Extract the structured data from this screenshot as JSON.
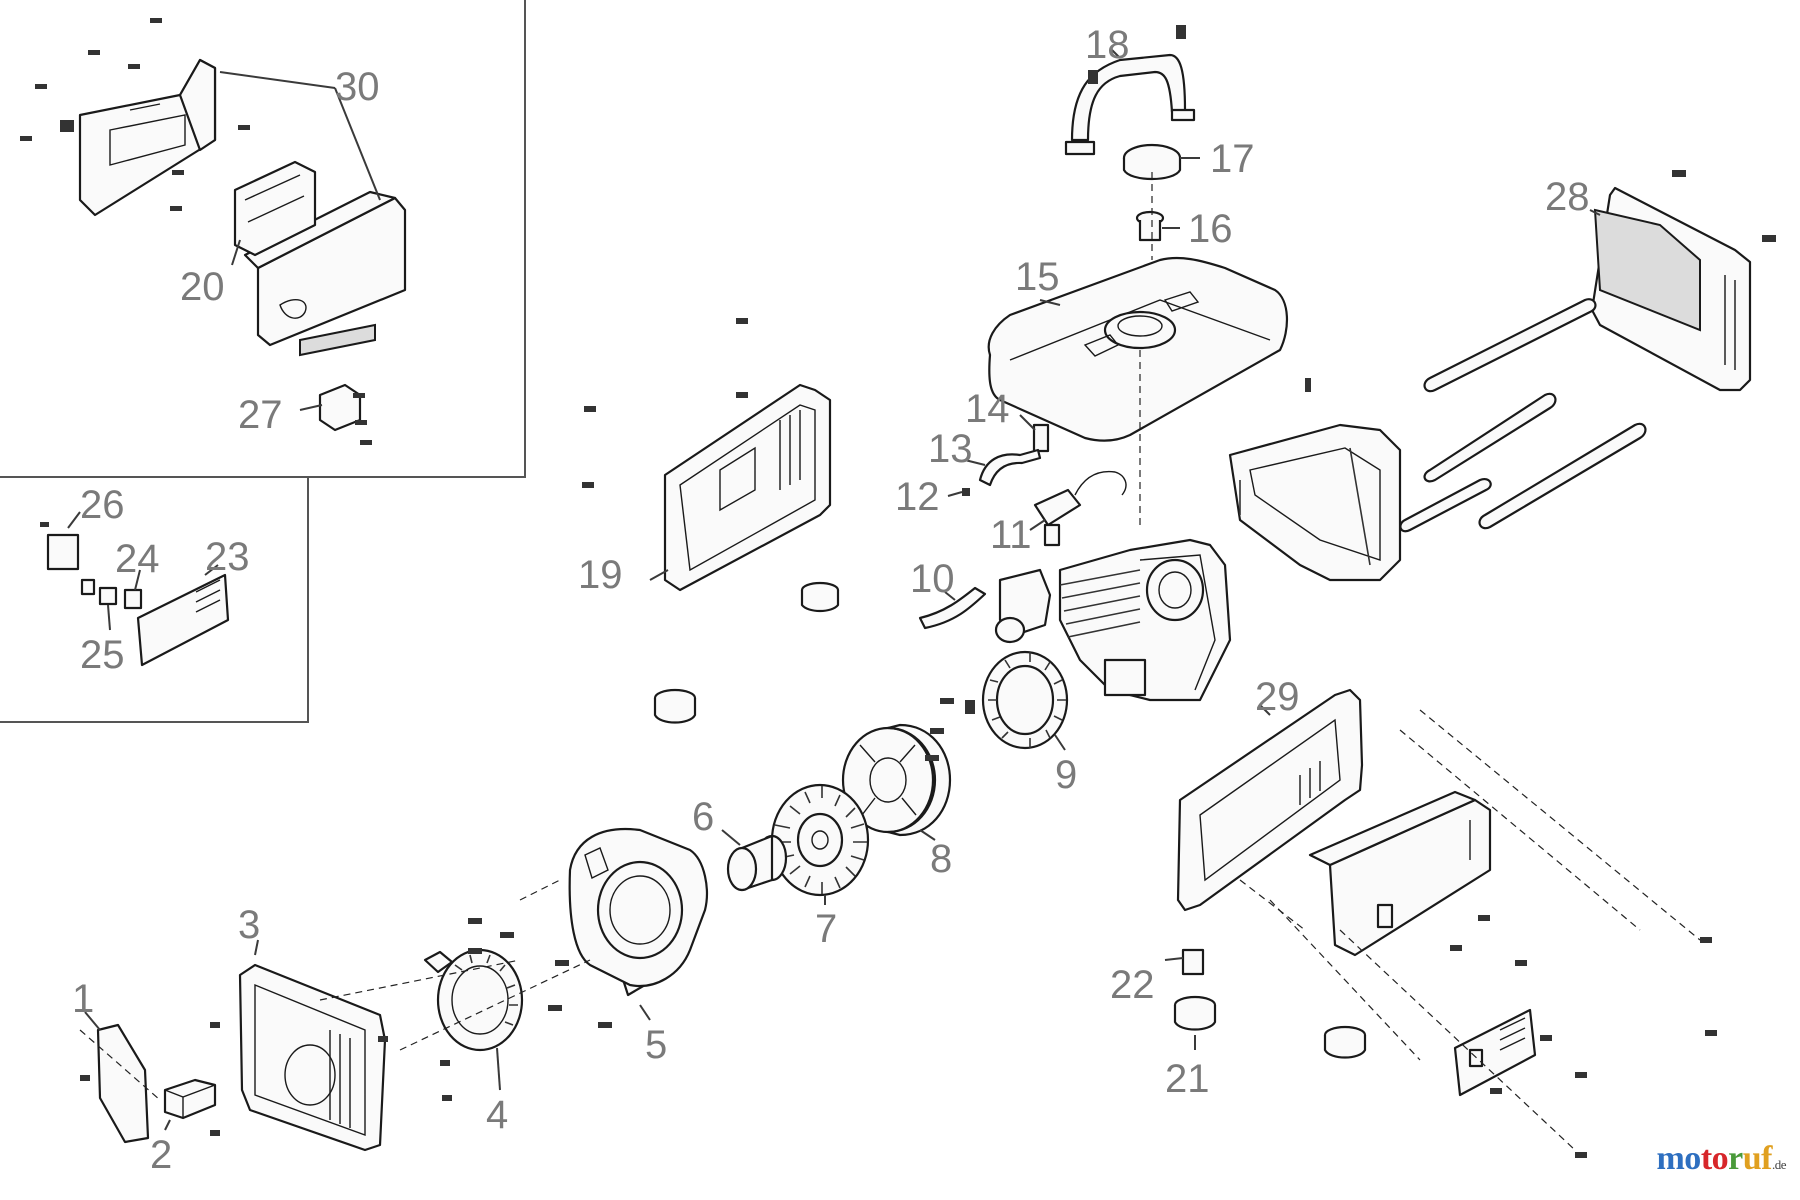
{
  "callouts": [
    "1",
    "2",
    "3",
    "4",
    "5",
    "6",
    "7",
    "8",
    "9",
    "10",
    "11",
    "12",
    "13",
    "14",
    "15",
    "16",
    "17",
    "18",
    "19",
    "20",
    "21",
    "22",
    "23",
    "24",
    "25",
    "26",
    "27",
    "28",
    "29",
    "30"
  ],
  "watermark": {
    "part1": "mo",
    "part2": "to",
    "part3": "r",
    "part4": "uf",
    "tld": ".de"
  },
  "colors": {
    "line": "#1a1a1a",
    "callout": "#7a7a7a",
    "wm_blue": "#2e6fc0",
    "wm_red": "#d7262a",
    "wm_green": "#4a9a3a",
    "wm_yellow": "#e0a020"
  }
}
